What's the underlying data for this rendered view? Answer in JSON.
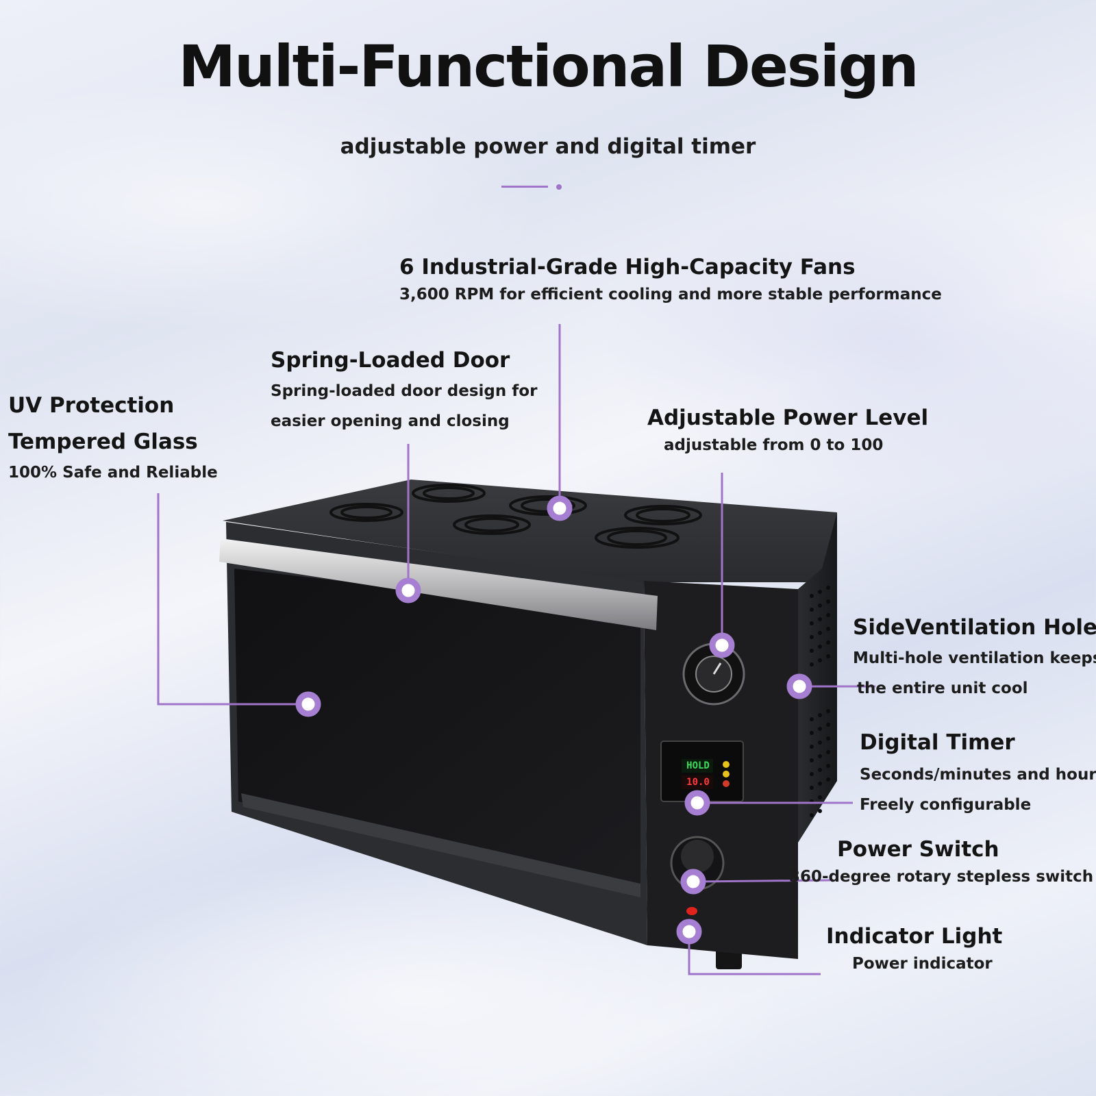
{
  "header": {
    "title": "Multi-Functional Design",
    "subtitle": "adjustable power and digital timer"
  },
  "callouts": {
    "fans": {
      "heading": "6 Industrial-Grade High-Capacity Fans",
      "description": "3,600 RPM for efficient cooling and more stable performance"
    },
    "door": {
      "heading": "Spring-Loaded Door",
      "description_line1": "Spring-loaded door design for",
      "description_line2": "easier opening and closing"
    },
    "glass": {
      "heading_line1": "UV Protection",
      "heading_line2": "Tempered Glass",
      "description": "100% Safe and Reliable"
    },
    "power_level": {
      "heading": "Adjustable Power Level",
      "description": "adjustable from 0 to 100"
    },
    "ventilation": {
      "heading": "SideVentilation Holes",
      "description_line1": "Multi-hole ventilation keeps",
      "description_line2": "the entire unit cool"
    },
    "timer": {
      "heading": "Digital Timer",
      "description_line1": "Seconds/minutes and hours",
      "description_line2": "Freely configurable"
    },
    "power_switch": {
      "heading": "Power Switch",
      "description": "360-degree rotary stepless switch"
    },
    "indicator": {
      "heading": "Indicator Light",
      "description": "Power indicator"
    }
  },
  "display": {
    "top_readout": "HOLD",
    "bottom_readout": "10.0"
  },
  "colors": {
    "accent": "#9f74c9",
    "device_body": "#1d1d1f",
    "display_green": "#3ddc5a",
    "display_red": "#ff3b3b",
    "indicator_red": "#e0231d"
  }
}
